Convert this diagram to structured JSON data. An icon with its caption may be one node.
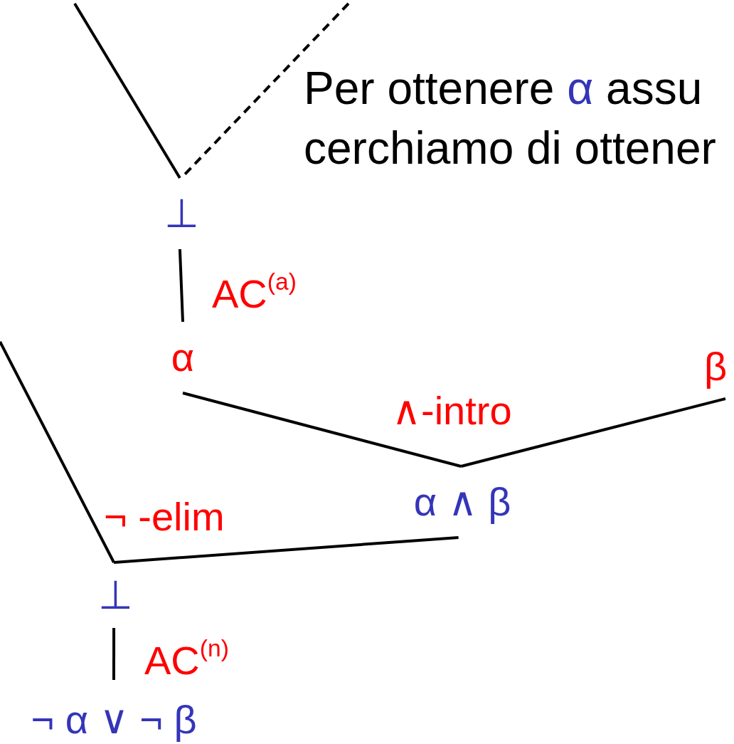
{
  "diagram": {
    "nodes": [
      {
        "text": [
          "⊥"
        ]
      },
      {
        "text": [
          "α"
        ]
      },
      {
        "text": [
          "β"
        ]
      },
      {
        "text": [
          "α ∧ β"
        ]
      },
      {
        "text": [
          "⊥"
        ]
      },
      {
        "text": [
          "¬ α ∨ ¬ β"
        ]
      }
    ],
    "edges": [
      {
        "from": null,
        "to": 0,
        "arrow": "none"
      },
      {
        "from": null,
        "to": 0,
        "arrow": "none",
        "style": "dashed"
      },
      {
        "from": 0,
        "to": 1,
        "arrow": "none",
        "label": "AC$^{(a)}$"
      },
      {
        "from": 1,
        "to": 3,
        "arrow": "none",
        "label": "∧-intro"
      },
      {
        "from": 2,
        "to": 3,
        "arrow": "none"
      },
      {
        "from": null,
        "to": 4,
        "arrow": "none"
      },
      {
        "from": 3,
        "to": 4,
        "arrow": "none",
        "label": "¬ -elim"
      },
      {
        "from": 4,
        "to": 5,
        "arrow": "none",
        "label": "AC$^{(n)}$"
      }
    ],
    "labels": [
      "Per ottenere",
      "α",
      "assu",
      "cerchiamo di ottener"
    ]
  }
}
